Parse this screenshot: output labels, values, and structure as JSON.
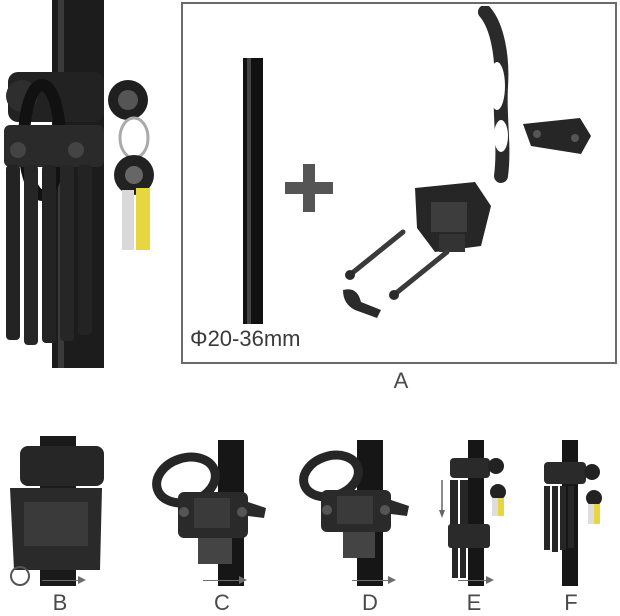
{
  "panels": {
    "a": {
      "label": "A",
      "dimension": "20-36mm",
      "diameter_symbol": "Φ"
    },
    "b": {
      "label": "B"
    },
    "c": {
      "label": "C"
    },
    "d": {
      "label": "D"
    },
    "e": {
      "label": "E"
    },
    "f": {
      "label": "F"
    }
  },
  "colors": {
    "frame": "#6b6b6b",
    "product": "#2b2b2b",
    "key_accent": "#e8d640"
  }
}
